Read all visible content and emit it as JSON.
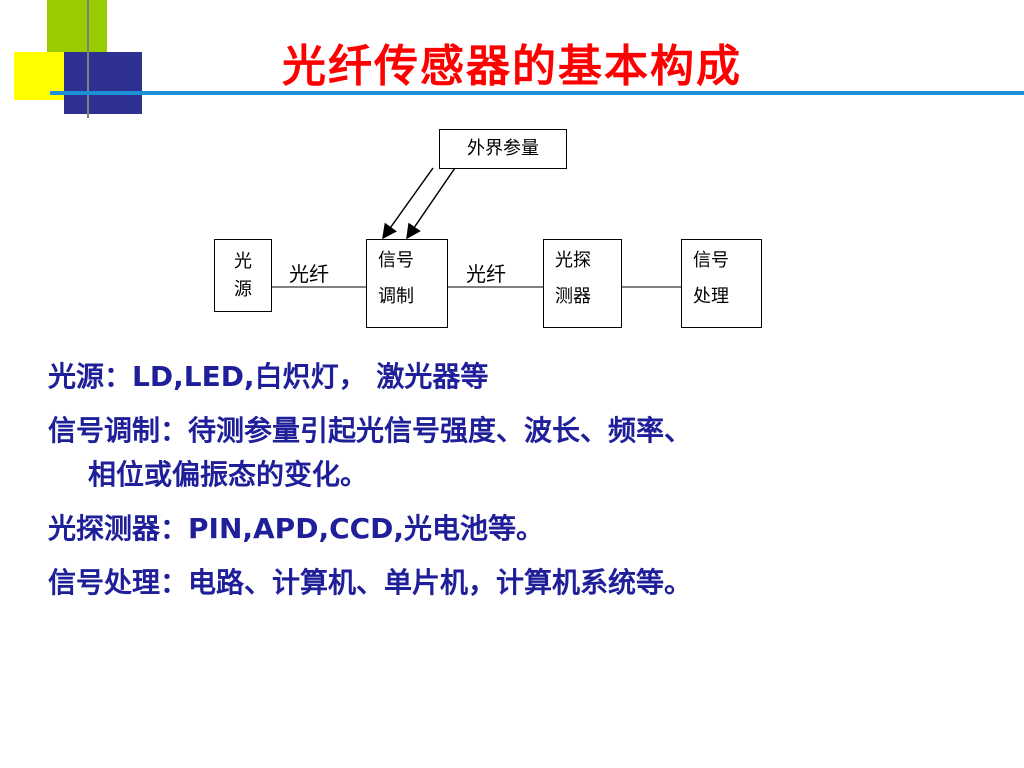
{
  "title": "光纤传感器的基本构成",
  "diagram": {
    "external": "外界参量",
    "source": [
      "光",
      "源"
    ],
    "fiber1": "光纤",
    "modulation": [
      "信号",
      "调制"
    ],
    "fiber2": "光纤",
    "detector": [
      "光探",
      "测器"
    ],
    "processing": [
      "信号",
      "处理"
    ]
  },
  "bullets": [
    {
      "line1": "光源：LD,LED,白炽灯， 激光器等",
      "line2": ""
    },
    {
      "line1": "信号调制：待测参量引起光信号强度、波长、频率、",
      "line2": "相位或偏振态的变化。"
    },
    {
      "line1": "光探测器：PIN,APD,CCD,光电池等。",
      "line2": ""
    },
    {
      "line1": "信号处理：电路、计算机、单片机，计算机系统等。",
      "line2": ""
    }
  ]
}
